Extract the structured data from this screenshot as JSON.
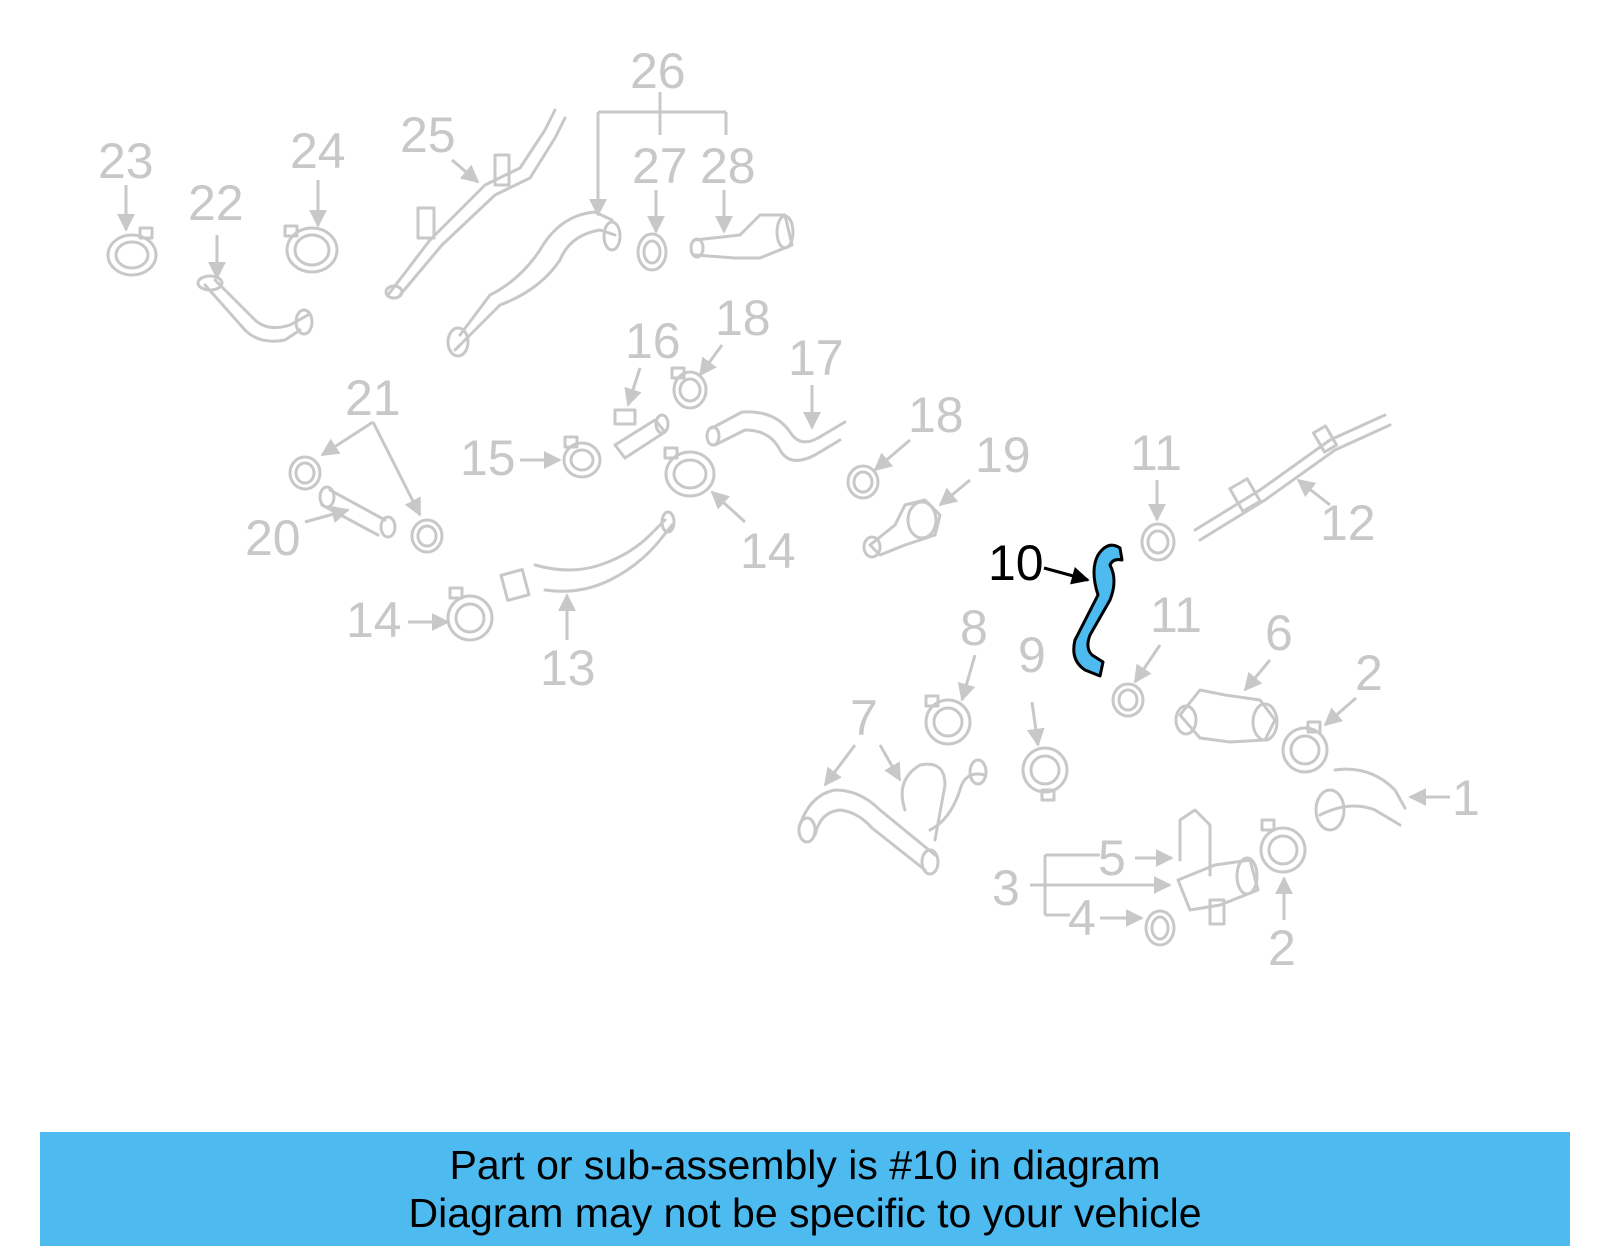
{
  "diagram": {
    "highlighted_part": "10",
    "callouts": [
      "1",
      "2",
      "2",
      "3",
      "4",
      "5",
      "6",
      "7",
      "8",
      "9",
      "10",
      "11",
      "11",
      "12",
      "13",
      "14",
      "14",
      "15",
      "16",
      "17",
      "18",
      "18",
      "19",
      "20",
      "21",
      "22",
      "23",
      "24",
      "25",
      "26",
      "27",
      "28"
    ],
    "colors": {
      "faded": "#c8c8c8",
      "highlight_fill": "#4dbaf0",
      "highlight_stroke": "#000000"
    }
  },
  "banner": {
    "line1": "Part or sub-assembly is #10 in diagram",
    "line2": "Diagram may not be specific to your vehicle"
  }
}
